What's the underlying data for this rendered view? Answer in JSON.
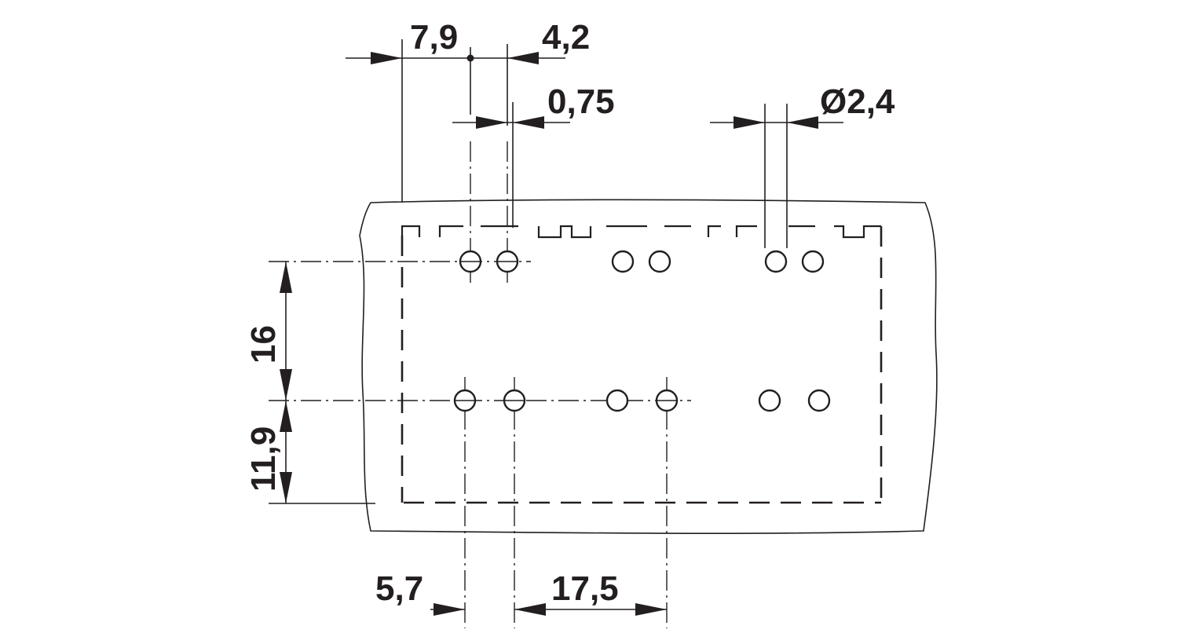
{
  "dimensions": {
    "d_7_9": "7,9",
    "d_4_2": "4,2",
    "d_0_75": "0,75",
    "d_dia_2_4": "Ø2,4",
    "d_16": "16",
    "d_11_9": "11,9",
    "d_5_7": "5,7",
    "d_17_5": "17,5"
  },
  "colors": {
    "ink": "#231f20",
    "background": "#ffffff"
  }
}
